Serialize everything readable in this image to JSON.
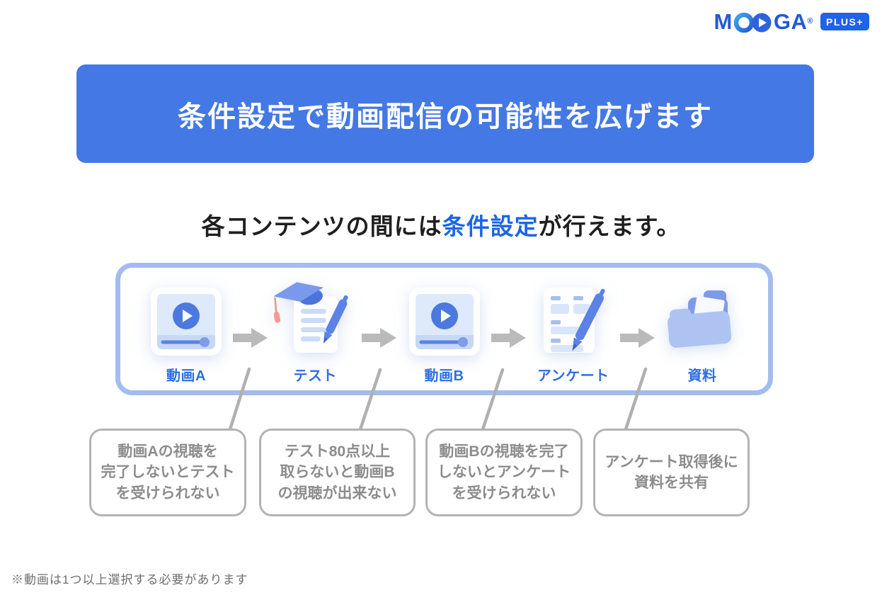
{
  "logo": {
    "wordmark_prefix": "M",
    "wordmark_suffix": "GA",
    "registered_mark": "®",
    "badge_label": "PLUS+",
    "brand_color": "#2459D6",
    "badge_color": "#1E63E9"
  },
  "banner": {
    "title": "条件設定で動画配信の可能性を広げます",
    "background_color": "#4478E4",
    "text_color": "#FFFFFF"
  },
  "subtitle": {
    "prefix": "各コンテンツの間には",
    "highlight": "条件設定",
    "suffix": "が行えます。",
    "highlight_color": "#1B66E8"
  },
  "flow": {
    "border_color": "#A3BCF0",
    "label_color": "#2D6FE3",
    "arrow_color": "#BABABA",
    "steps": [
      {
        "label": "動画A",
        "icon": "video-player-icon"
      },
      {
        "label": "テスト",
        "icon": "test-paper-icon"
      },
      {
        "label": "動画B",
        "icon": "video-player-icon"
      },
      {
        "label": "アンケート",
        "icon": "survey-form-icon"
      },
      {
        "label": "資料",
        "icon": "folder-icon"
      }
    ]
  },
  "callouts": {
    "border_color": "#B3B3B3",
    "text_color": "#8C8C8C",
    "items": [
      {
        "lines": [
          "動画Aの視聴を",
          "完了しないとテスト",
          "を受けられない"
        ]
      },
      {
        "lines": [
          "テスト80点以上",
          "取らないと動画B",
          "の視聴が出来ない"
        ]
      },
      {
        "lines": [
          "動画Bの視聴を完了",
          "しないとアンケート",
          "を受けられない"
        ]
      },
      {
        "lines": [
          "アンケート取得後に",
          "資料を共有"
        ]
      }
    ]
  },
  "footnote": {
    "text": "※動画は1つ以上選択する必要があります"
  }
}
